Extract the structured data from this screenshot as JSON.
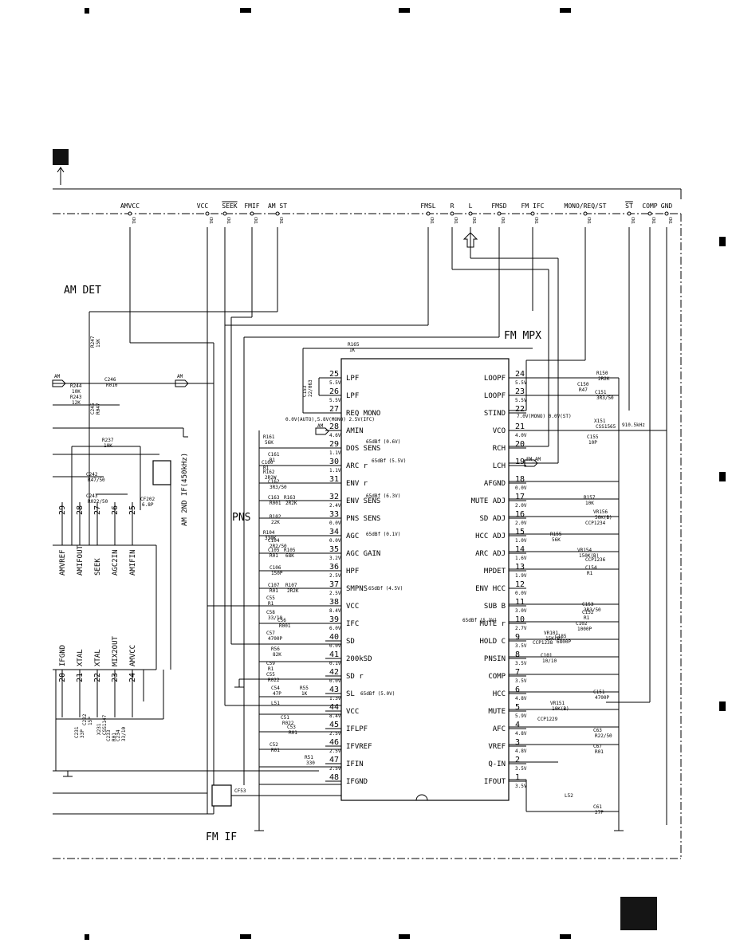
{
  "marker": {
    "block_letter": "",
    "corner_tab": ""
  },
  "top_connector": [
    {
      "label": "AMVCC",
      "pin": "CN1"
    },
    {
      "label": "VCC",
      "pin": "CN1"
    },
    {
      "label": "SEEK",
      "pin": "CN1",
      "overline": true
    },
    {
      "label": "FMIF",
      "pin": "CN1"
    },
    {
      "label": "AM ST",
      "pin": "CN1"
    },
    {
      "label": "FMSL",
      "pin": "CN1"
    },
    {
      "label": "R",
      "pin": "CN1"
    },
    {
      "label": "L",
      "pin": "CN1"
    },
    {
      "label": "FMSD",
      "pin": "CN1"
    },
    {
      "label": "FM IFC",
      "pin": "CN1"
    },
    {
      "label": "MONO/REQ/ST",
      "pin": "CN1"
    },
    {
      "label": "ST",
      "pin": "CN1",
      "overline": true
    },
    {
      "label": "COMP",
      "pin": "CN1"
    },
    {
      "label": "GND",
      "pin": "CN1"
    }
  ],
  "sections": {
    "am_det": "AM DET",
    "fm_mpx": "FM MPX",
    "pns": "PNS",
    "fm_if": "FM IF",
    "am_2nd_if": "AM 2ND IF(450kHz)"
  },
  "ic_left_pins": [
    {
      "num": "25",
      "name": "LPF",
      "v": "5.5V"
    },
    {
      "num": "26",
      "name": "LPF",
      "v": "5.5V"
    },
    {
      "num": "27",
      "name": "REQ MONO",
      "v": ""
    },
    {
      "num": "28",
      "name": "AMIN",
      "v": "4.6V"
    },
    {
      "num": "29",
      "name": "DOS SENS",
      "v": "1.1V"
    },
    {
      "num": "30",
      "name": "ARC r",
      "v": "1.1V"
    },
    {
      "num": "31",
      "name": "ENV r",
      "v": ""
    },
    {
      "num": "32",
      "name": "ENV SENS",
      "v": "2.4V"
    },
    {
      "num": "33",
      "name": "PNS SENS",
      "v": "0.0V"
    },
    {
      "num": "34",
      "name": "AGC",
      "v": "0.0V"
    },
    {
      "num": "35",
      "name": "AGC GAIN",
      "v": "3.2V"
    },
    {
      "num": "36",
      "name": "HPF",
      "v": "2.5V"
    },
    {
      "num": "37",
      "name": "SMPNS",
      "v": "2.5V"
    },
    {
      "num": "38",
      "name": "VCC",
      "v": "8.4V"
    },
    {
      "num": "39",
      "name": "IFC",
      "v": "6.0V"
    },
    {
      "num": "40",
      "name": "SD",
      "v": "0.0V"
    },
    {
      "num": "41",
      "name": "200kSD",
      "v": "0.1V"
    },
    {
      "num": "42",
      "name": "SD r",
      "v": "0.0V"
    },
    {
      "num": "43",
      "name": "SL",
      "v": "1.3V"
    },
    {
      "num": "44",
      "name": "VCC",
      "v": "8.4V"
    },
    {
      "num": "45",
      "name": "IFLPF",
      "v": "2.5V"
    },
    {
      "num": "46",
      "name": "IFVREF",
      "v": "2.5V"
    },
    {
      "num": "47",
      "name": "IFIN",
      "v": "2.5V"
    },
    {
      "num": "48",
      "name": "IFGND",
      "v": ""
    }
  ],
  "ic_right_pins": [
    {
      "num": "24",
      "name": "LOOPF",
      "v": "5.5V"
    },
    {
      "num": "23",
      "name": "LOOPF",
      "v": "5.5V"
    },
    {
      "num": "22",
      "name": "STIND",
      "v": ""
    },
    {
      "num": "21",
      "name": "VCO",
      "v": "4.0V"
    },
    {
      "num": "20",
      "name": "RCH",
      "v": ""
    },
    {
      "num": "19",
      "name": "LCH",
      "v": ""
    },
    {
      "num": "18",
      "name": "AFGND",
      "v": "0.0V"
    },
    {
      "num": "17",
      "name": "MUTE ADJ",
      "v": "2.0V"
    },
    {
      "num": "16",
      "name": "SD ADJ",
      "v": "2.0V"
    },
    {
      "num": "15",
      "name": "HCC ADJ",
      "v": "1.0V"
    },
    {
      "num": "14",
      "name": "ARC ADJ",
      "v": "1.6V"
    },
    {
      "num": "13",
      "name": "MPDET",
      "v": "1.9V"
    },
    {
      "num": "12",
      "name": "ENV HCC",
      "v": "0.0V"
    },
    {
      "num": "11",
      "name": "SUB B",
      "v": "3.0V"
    },
    {
      "num": "10",
      "name": "MUTE r",
      "v": "2.7V"
    },
    {
      "num": "9",
      "name": "HOLD C",
      "v": "3.5V"
    },
    {
      "num": "8",
      "name": "PNSIN",
      "v": "3.5V"
    },
    {
      "num": "7",
      "name": "COMP",
      "v": "3.5V"
    },
    {
      "num": "6",
      "name": "HCC",
      "v": "4.8V"
    },
    {
      "num": "5",
      "name": "MUTE",
      "v": "5.9V"
    },
    {
      "num": "4",
      "name": "AFC",
      "v": "4.8V"
    },
    {
      "num": "3",
      "name": "VREF",
      "v": "4.8V"
    },
    {
      "num": "2",
      "name": "Q-IN",
      "v": "3.5V"
    },
    {
      "num": "1",
      "name": "IFOUT",
      "v": "3.5V"
    }
  ],
  "am_ic_pins_top": [
    {
      "num": "29",
      "name": "AMVREF"
    },
    {
      "num": "28",
      "name": "AMIFOUT"
    },
    {
      "num": "27",
      "name": "SEEK"
    },
    {
      "num": "26",
      "name": "AGC2IN"
    },
    {
      "num": "25",
      "name": "AMIFIN"
    }
  ],
  "am_ic_pins_bottom": [
    {
      "num": "20",
      "name": "IFGND"
    },
    {
      "num": "21",
      "name": "XTAL"
    },
    {
      "num": "22",
      "name": "XTAL"
    },
    {
      "num": "23",
      "name": "MIX2OUT"
    },
    {
      "num": "24",
      "name": "AMVCC"
    }
  ],
  "component_labels": [
    {
      "ref": "R165",
      "val": "1K"
    },
    {
      "ref": "R244",
      "val": "10K"
    },
    {
      "ref": "R243",
      "val": "12K"
    },
    {
      "ref": "C246",
      "val": "R010"
    },
    {
      "ref": "R247",
      "val": "15K"
    },
    {
      "ref": "C245",
      "val": "R047"
    },
    {
      "ref": "R237",
      "val": "10K"
    },
    {
      "ref": "C242",
      "val": "R47/50"
    },
    {
      "ref": "C243",
      "val": "R022/50"
    },
    {
      "ref": "CF202",
      "val": "6.8P"
    },
    {
      "ref": "C153",
      "val": "22/063"
    },
    {
      "ref": "R161",
      "val": "56K"
    },
    {
      "ref": "C161",
      "val": "R1"
    },
    {
      "ref": "C160",
      "val": "R1"
    },
    {
      "ref": "R162",
      "val": "2R2W"
    },
    {
      "ref": "C162",
      "val": "3R3/50"
    },
    {
      "ref": "C163",
      "val": "R001"
    },
    {
      "ref": "R163",
      "val": "2R2K"
    },
    {
      "ref": "R102",
      "val": "22K"
    },
    {
      "ref": "R104",
      "val": "330K"
    },
    {
      "ref": "C104",
      "val": "2R2/50"
    },
    {
      "ref": "C105",
      "val": "R01"
    },
    {
      "ref": "R105",
      "val": "68K"
    },
    {
      "ref": "C106",
      "val": "150P"
    },
    {
      "ref": "C107",
      "val": "R01"
    },
    {
      "ref": "R107",
      "val": "2R2K"
    },
    {
      "ref": "C55",
      "val": "R1"
    },
    {
      "ref": "C58",
      "val": "33/10"
    },
    {
      "ref": "C56",
      "val": "R001"
    },
    {
      "ref": "C57",
      "val": "4700P"
    },
    {
      "ref": "R56",
      "val": "82K"
    },
    {
      "ref": "C59",
      "val": "R1"
    },
    {
      "ref": "C55",
      "val": "R022"
    },
    {
      "ref": "C54",
      "val": "47P"
    },
    {
      "ref": "R55",
      "val": "1K"
    },
    {
      "ref": "L51",
      "val": ""
    },
    {
      "ref": "C51",
      "val": "R022"
    },
    {
      "ref": "C53",
      "val": "R01"
    },
    {
      "ref": "C52",
      "val": "R01"
    },
    {
      "ref": "R51",
      "val": "330"
    },
    {
      "ref": "CF53",
      "val": ""
    },
    {
      "ref": "R150",
      "val": "2R2K"
    },
    {
      "ref": "C150",
      "val": "R47"
    },
    {
      "ref": "C151",
      "val": "3R3/50"
    },
    {
      "ref": "X151",
      "val": "CSS1565"
    },
    {
      "ref": "C155",
      "val": "10P"
    },
    {
      "ref": "R157",
      "val": "10K"
    },
    {
      "ref": "VR156",
      "val": "50K(B)"
    },
    {
      "ref": "CCP1234",
      "val": ""
    },
    {
      "ref": "R155",
      "val": "56K"
    },
    {
      "ref": "VR154",
      "val": "150K(B)"
    },
    {
      "ref": "CCP1236",
      "val": ""
    },
    {
      "ref": "C154",
      "val": "R1"
    },
    {
      "ref": "C153",
      "val": "3R3/50"
    },
    {
      "ref": "C152",
      "val": "R1"
    },
    {
      "ref": "C185",
      "val": "6800P"
    },
    {
      "ref": "C102",
      "val": "1000P"
    },
    {
      "ref": "VR101",
      "val": "15K(B)"
    },
    {
      "ref": "CCP1238",
      "val": ""
    },
    {
      "ref": "C101",
      "val": "10/10"
    },
    {
      "ref": "C151",
      "val": "4700P"
    },
    {
      "ref": "VR151",
      "val": "10K(B)"
    },
    {
      "ref": "CCP1229",
      "val": ""
    },
    {
      "ref": "C63",
      "val": "R22/50"
    },
    {
      "ref": "C67",
      "val": "R01"
    },
    {
      "ref": "C61",
      "val": "27P"
    },
    {
      "ref": "L52",
      "val": ""
    },
    {
      "ref": "C231",
      "val": "33P"
    },
    {
      "ref": "C232",
      "val": "15P"
    },
    {
      "ref": "C233",
      "val": "R01"
    },
    {
      "ref": "C234",
      "val": "33/10"
    },
    {
      "ref": "X231",
      "val": "CSS1147"
    }
  ],
  "annotations": {
    "pin21_freq": "910.5kHz",
    "pin27_note": "0.0V(AUTO),5.8V(MONO) 2.5V(IFC)",
    "pin29_note": "65dBf (0.6V)",
    "pin30_note": "65dBf (5.5V)",
    "pin32_note": "65dBf (6.3V)",
    "pin34_note": "65dBf (0.1V)",
    "pin37_note": "65dBf (4.5V)",
    "pin43_note": "65dBf (5.0V)",
    "pin10_note": "65dBf (5.3V)",
    "pin22_note": "7.0V(MONO) 0.0V(ST)",
    "am_arrow": "AM",
    "fm_am_arrow": "FM_AM"
  }
}
